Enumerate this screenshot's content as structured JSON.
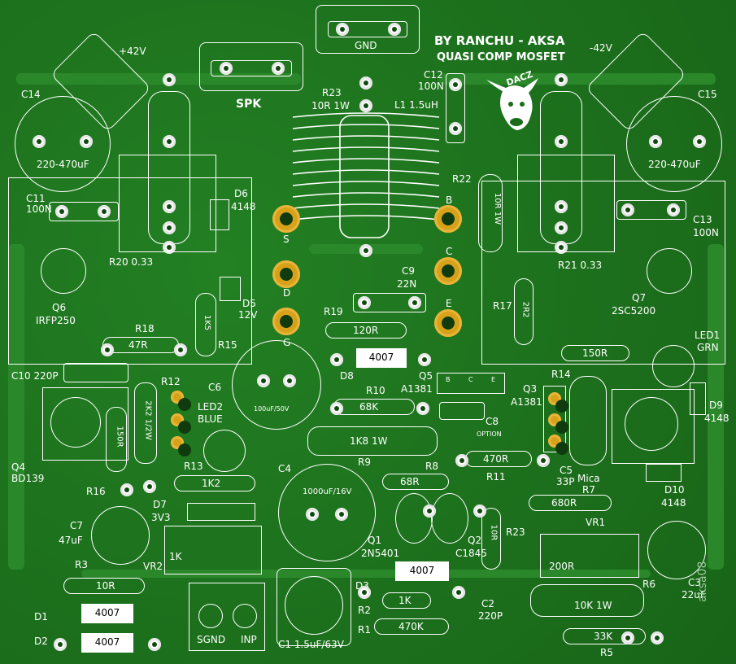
{
  "board": {
    "title_line1": "BY RANCHU - AKSA",
    "title_line2": "QUASI COMP MOSFET",
    "logo_text": "DACZ",
    "watermark": "aksa08",
    "pcb_color": "#1b6b1b",
    "pad_gold": "#d7a21a"
  },
  "labels": {
    "plus42": "+42V",
    "minus42": "-42V",
    "gnd": "GND",
    "spk": "SPK",
    "sgnd": "SGND",
    "inp": "INP",
    "c14": "C14",
    "c14v": "220-470uF",
    "c15": "C15",
    "c15v": "220-470uF",
    "c11": "C11",
    "c11v": "100N",
    "c13": "C13",
    "c13v": "100N",
    "c12": "C12",
    "c12v": "100N",
    "r23top": "R23",
    "r23topv": "10R 1W",
    "l1": "L1 1.5uH",
    "r22": "R22",
    "r22v": "10R 1W",
    "d6": "D6",
    "d6v": "4148",
    "r20": "R20 0.33",
    "r21": "R21 0.33",
    "q6": "Q6",
    "q6v": "IRFP250",
    "q7": "Q7",
    "q7v": "2SC5200",
    "s": "S",
    "d": "D",
    "g": "G",
    "b": "B",
    "c": "C",
    "e": "E",
    "c9": "C9",
    "c9v": "22N",
    "d5": "D5",
    "d5v": "12V",
    "r15": "R15",
    "r15v": "1K5",
    "r18": "R18",
    "r18v": "47R",
    "r19": "R19",
    "r19v": "120R",
    "r17": "R17",
    "r17v": "2R2",
    "led1": "LED1",
    "led1v": "GRN",
    "r150top": "150R",
    "c10": "C10 220P",
    "c6": "C6",
    "c6v": "100uF/50V",
    "d8": "D8",
    "d8v": "4007",
    "r10": "R10",
    "r10v": "68K",
    "q5": "Q5",
    "q5v": "A1381",
    "q5b": "B",
    "q5c": "C",
    "q5e": "E",
    "r14": "R14",
    "q3": "Q3",
    "q3v": "A1381",
    "c8": "C8",
    "c8v": "OPTION",
    "r12": "R12",
    "led2": "LED2",
    "led2v": "BLUE",
    "r2k2": "2K2 1/2W",
    "r150l": "150R",
    "q4": "Q4",
    "q4v": "BD139",
    "r1k8": "1K8 1W",
    "r470": "470R",
    "r11": "R11",
    "c5": "C5",
    "c5v": "33P",
    "c5t": "Mica",
    "d9": "D9",
    "d9v": "4148",
    "r9": "R9",
    "r8": "R8",
    "r68": "68R",
    "r13": "R13",
    "r1k2": "1K2",
    "r16": "R16",
    "d7": "D7",
    "d7v": "3V3",
    "c4": "C4",
    "c4v": "1000uF/16V",
    "r7": "R7",
    "r680": "680R",
    "d10": "D10",
    "d10v": "4148",
    "c7": "C7",
    "c7v": "47uF",
    "vr2": "VR2",
    "vr2v": "1K",
    "r3": "R3",
    "r10r": "10R",
    "q1": "Q1",
    "q1v": "2N5401",
    "q2": "Q2",
    "q2v": "C1845",
    "r23": "R23",
    "r23v": "10R",
    "vr1": "VR1",
    "vr1v": "200R",
    "r6": "R6",
    "c3": "C3",
    "c3v": "22uF",
    "d1": "D1",
    "d2": "D2",
    "d1v": "4007",
    "d2v": "4007",
    "d3": "D3",
    "d3v": "4007",
    "r2": "R2",
    "r1": "R1",
    "r1k": "1K",
    "r470k": "470K",
    "c2": "C2",
    "c2v": "220P",
    "r10k": "10K 1W",
    "r33k": "33K",
    "r5": "R5",
    "c1": "C1 1.5uF/63V"
  }
}
